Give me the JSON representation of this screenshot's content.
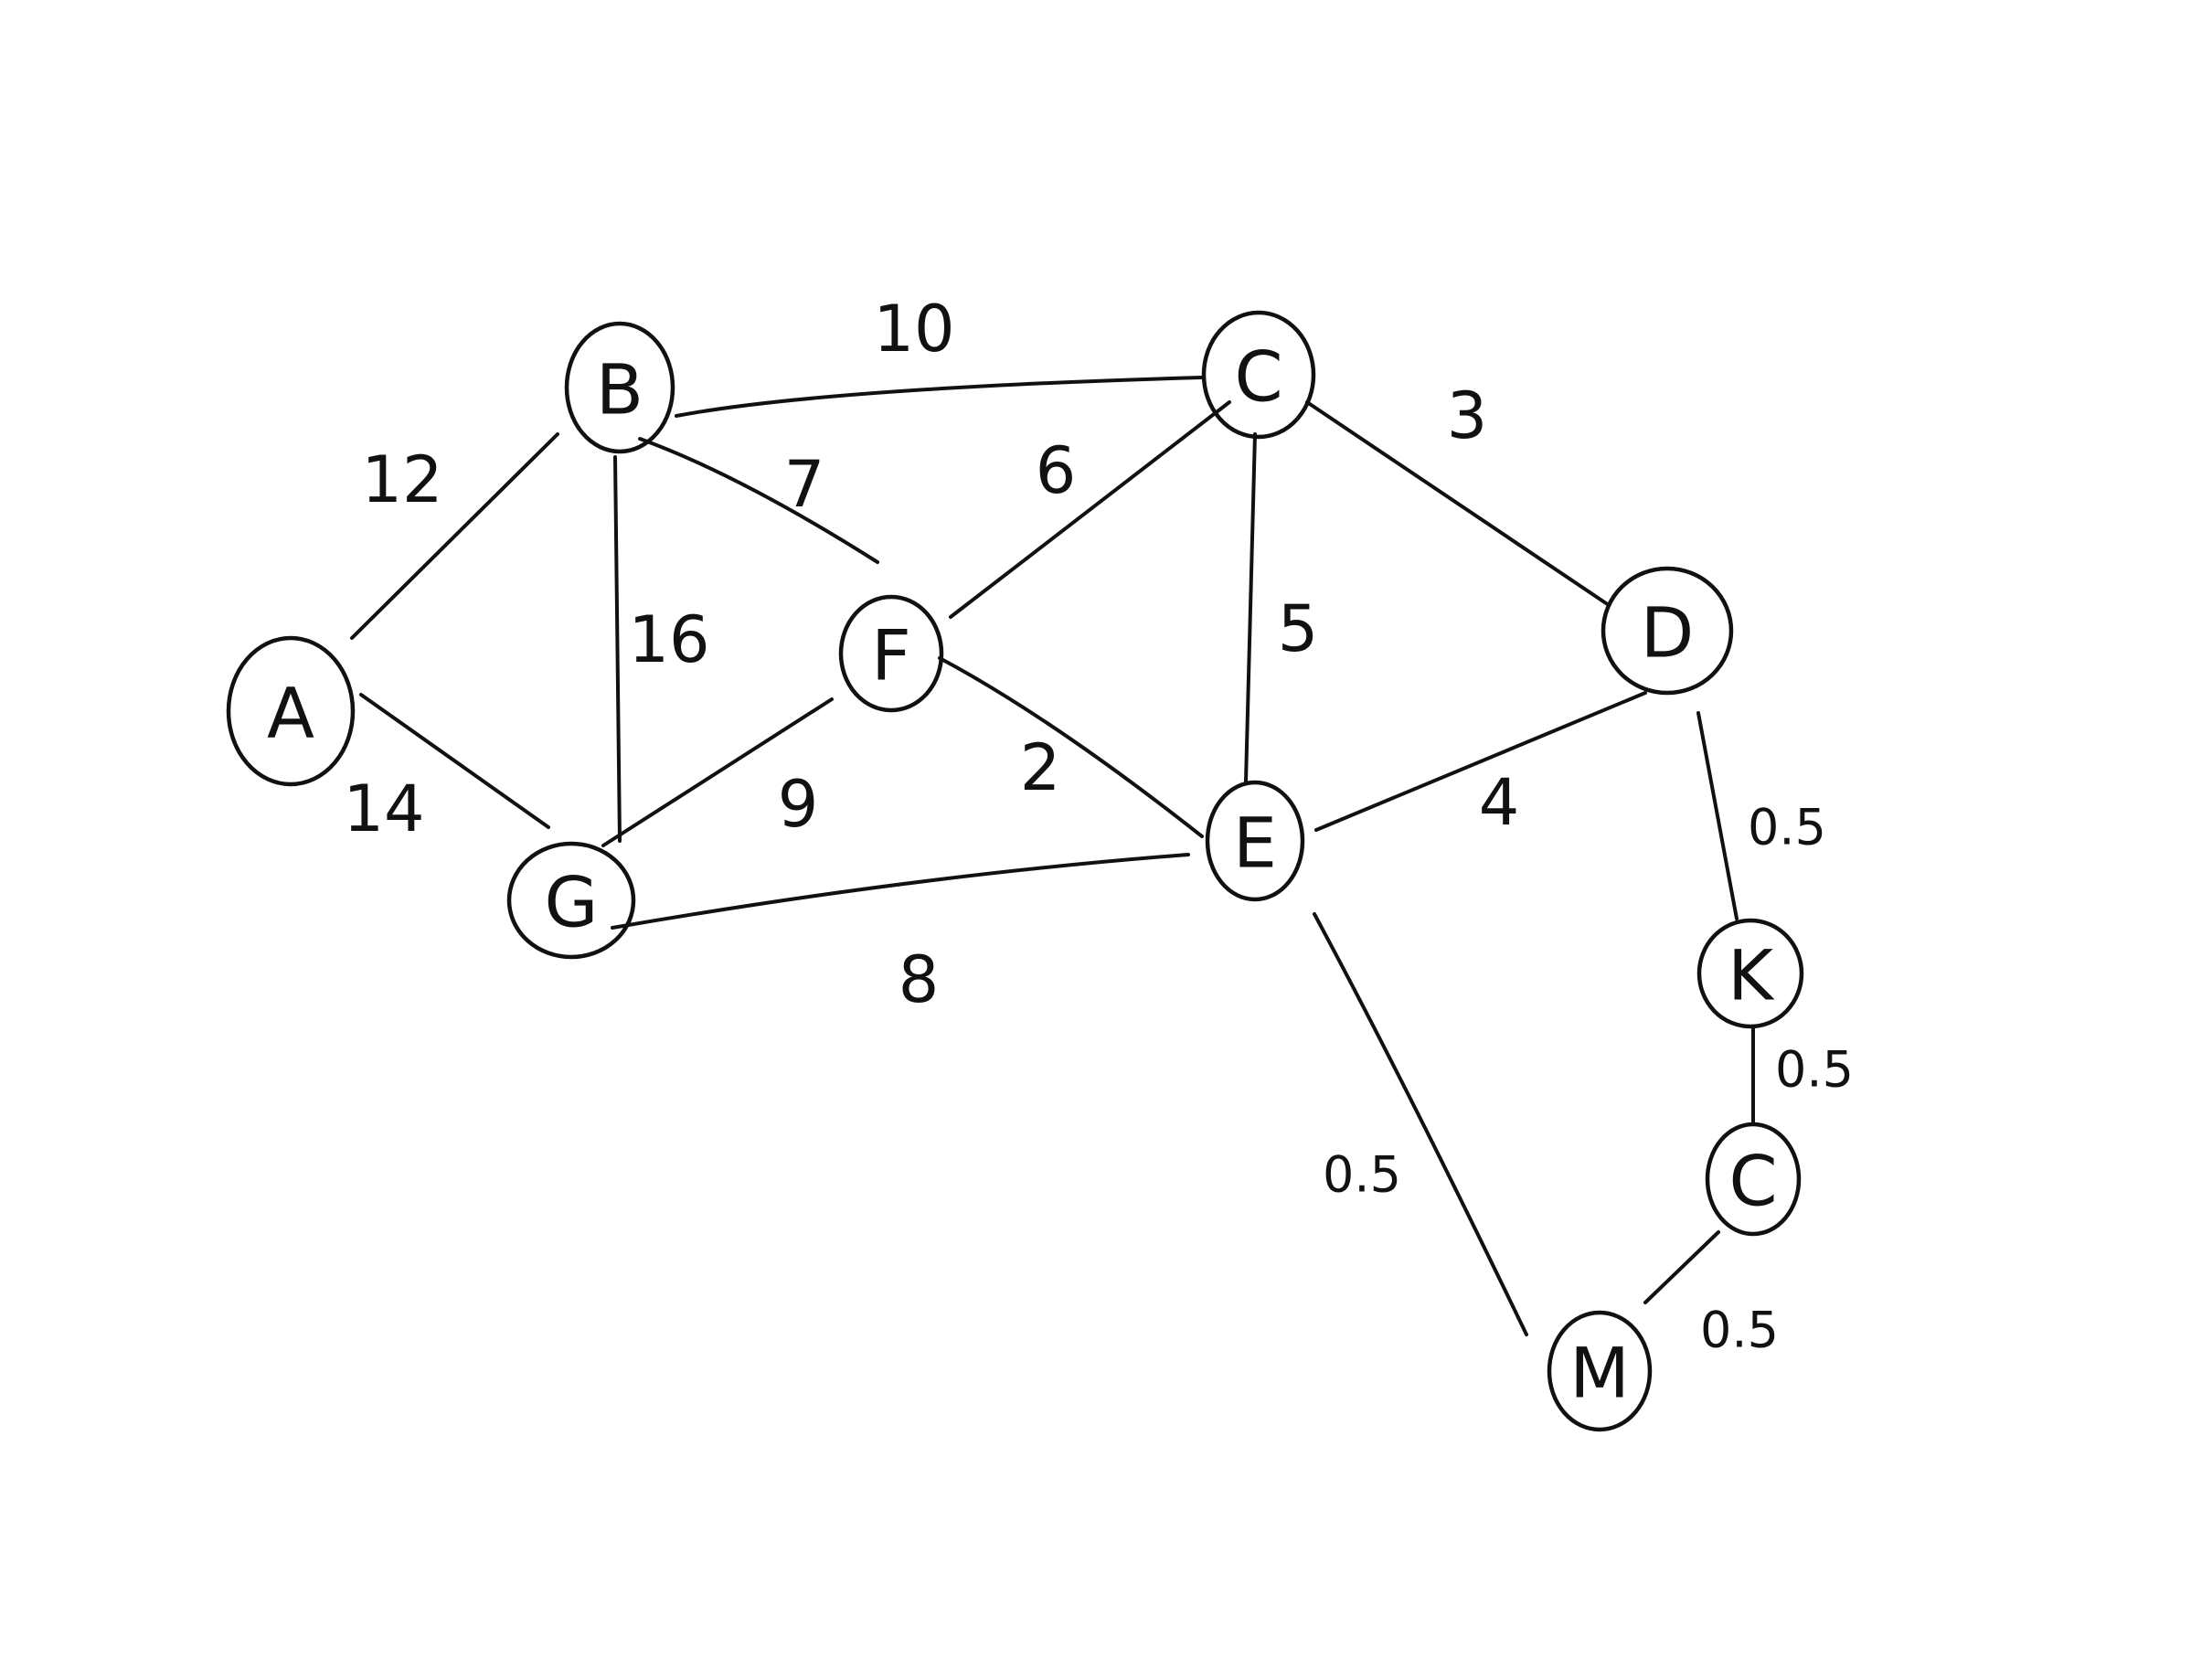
{
  "graph": {
    "nodes": [
      {
        "id": "A",
        "label": "A"
      },
      {
        "id": "B",
        "label": "B"
      },
      {
        "id": "C",
        "label": "C"
      },
      {
        "id": "D",
        "label": "D"
      },
      {
        "id": "E",
        "label": "E"
      },
      {
        "id": "F",
        "label": "F"
      },
      {
        "id": "G",
        "label": "G"
      },
      {
        "id": "K",
        "label": "K"
      },
      {
        "id": "L",
        "label": "C"
      },
      {
        "id": "M",
        "label": "M"
      }
    ],
    "edges": [
      {
        "from": "A",
        "to": "B",
        "weight": "12"
      },
      {
        "from": "A",
        "to": "G",
        "weight": "14"
      },
      {
        "from": "B",
        "to": "C",
        "weight": "10"
      },
      {
        "from": "B",
        "to": "F",
        "weight": "7"
      },
      {
        "from": "B",
        "to": "G",
        "weight": "16"
      },
      {
        "from": "C",
        "to": "F",
        "weight": "6"
      },
      {
        "from": "C",
        "to": "E",
        "weight": "5"
      },
      {
        "from": "C",
        "to": "D",
        "weight": "3"
      },
      {
        "from": "F",
        "to": "G",
        "weight": "9"
      },
      {
        "from": "F",
        "to": "E",
        "weight": "2"
      },
      {
        "from": "G",
        "to": "E",
        "weight": "8"
      },
      {
        "from": "E",
        "to": "D",
        "weight": "4"
      },
      {
        "from": "E",
        "to": "M",
        "weight": "0.5"
      },
      {
        "from": "D",
        "to": "K",
        "weight": "0.5"
      },
      {
        "from": "K",
        "to": "L",
        "weight": "0.5"
      },
      {
        "from": "L",
        "to": "M",
        "weight": "0.5"
      }
    ]
  }
}
